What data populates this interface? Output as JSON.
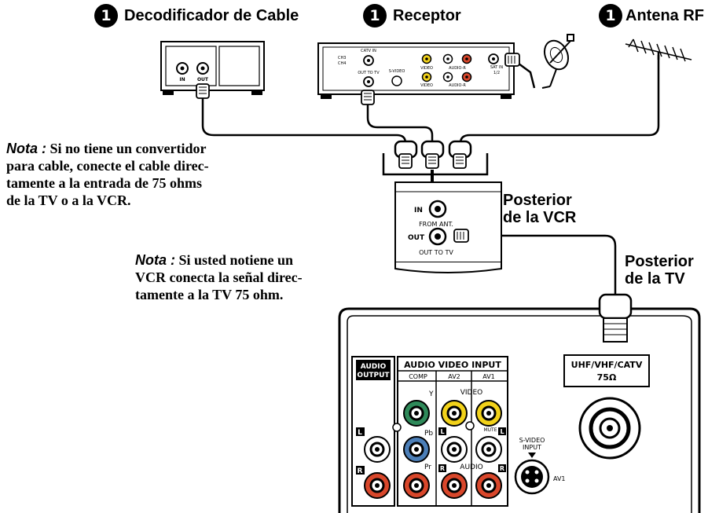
{
  "headers": {
    "number": "1",
    "cable_box": "Decodificador de Cable",
    "receiver": "Receptor",
    "antenna": "Antena RF"
  },
  "notes": {
    "note1": {
      "label": "Nota :",
      "lines": [
        "Si no tiene un convertidor",
        "para cable, conecte el cable direc-",
        "tamente a la entrada de 75 ohms",
        "de la TV o a la VCR."
      ]
    },
    "note2": {
      "label": "Nota :",
      "lines": [
        "Si usted notiene un",
        "VCR conecta la señal direc-",
        "tamente a la TV 75 ohm."
      ]
    }
  },
  "side_labels": {
    "vcr_back": [
      "Posterior",
      "de la VCR"
    ],
    "tv_back": [
      "Posterior",
      "de la TV"
    ]
  },
  "devices": {
    "cable_box": {
      "in": "IN",
      "out": "OUT"
    },
    "receiver": {
      "cable_in": "CATV IN",
      "ch3": "CH3",
      "ch4": "CH4",
      "out_to_tv": "OUT TO TV",
      "svideo": "S-VIDEO",
      "video1": "VIDEO",
      "video2": "VIDEO",
      "audio_r1": "AUDIO-R",
      "audio_r2": "AUDIO-R",
      "sat_in": "SAT IN",
      "sat_num": "1/2"
    },
    "vcr": {
      "in": "IN",
      "from_ant": "FROM ANT.",
      "out": "OUT",
      "out_to_tv": "OUT TO TV"
    },
    "tv": {
      "audio_output": [
        "AUDIO",
        "OUTPUT"
      ],
      "audio_video_input": "AUDIO VIDEO INPUT",
      "comp": "COMP",
      "av2": "AV2",
      "av1": "AV1",
      "y": "Y",
      "pb": "Pb",
      "pr": "Pr",
      "video": "VIDEO",
      "mute": "MUTE",
      "audio": "AUDIO",
      "l": "L",
      "r": "R",
      "svideo_input": [
        "S-VIDEO",
        "INPUT"
      ],
      "svideo_av": "AV1",
      "uhf": "UHF/VHF/CATV",
      "ohm": "75Ω"
    }
  },
  "colors": {
    "green": "#2f8a5a",
    "yellow": "#f2d21a",
    "blue": "#4c7fb8",
    "red": "#d9472b",
    "black": "#000000"
  }
}
